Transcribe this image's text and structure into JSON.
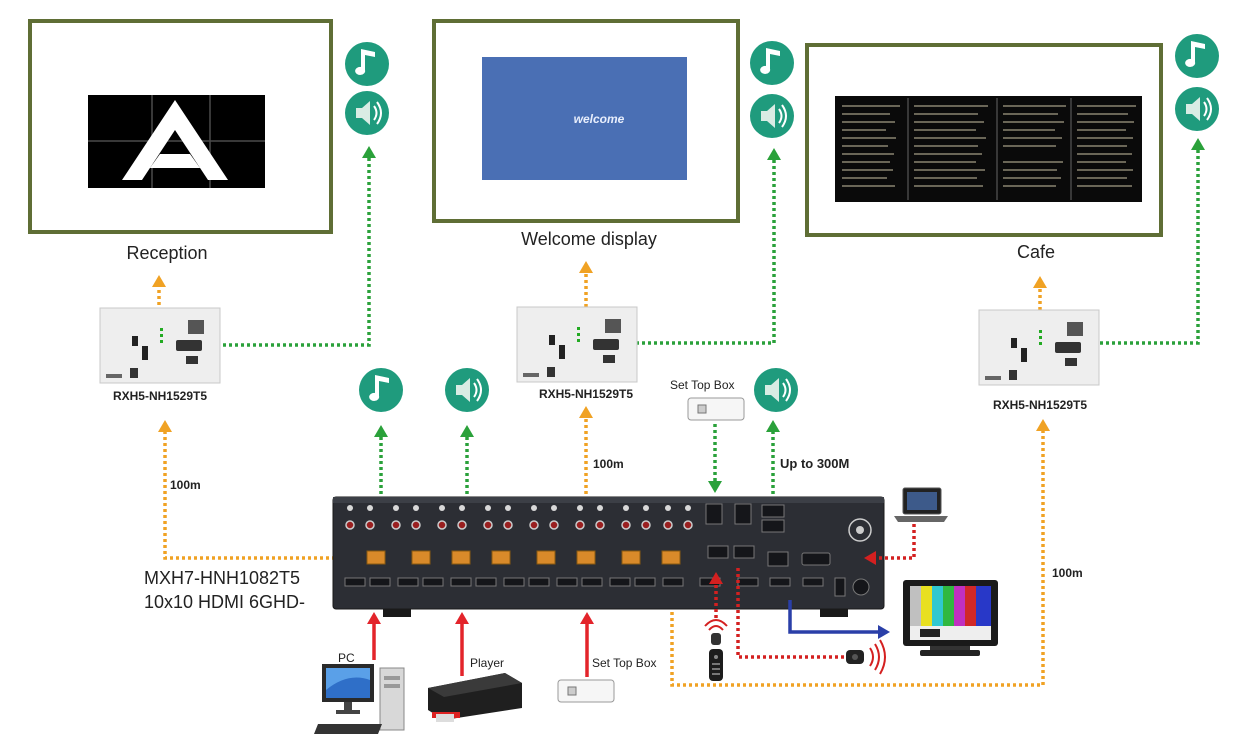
{
  "zones": {
    "reception": {
      "label": "Reception",
      "receiver": "RXH5-NH1529T5"
    },
    "welcome": {
      "label": "Welcome display",
      "receiver": "RXH5-NH1529T5",
      "screen_text": "welcome"
    },
    "cafe": {
      "label": "Cafe",
      "receiver": "RXH5-NH1529T5"
    }
  },
  "matrix": {
    "line1": "MXH7-HNH1082T5",
    "line2": "10x10 HDMI 6GHD-"
  },
  "distances": {
    "left": "100m",
    "middle": "100m",
    "right": "100m",
    "network": "Up to 300M"
  },
  "sources": {
    "pc": "PC",
    "player": "Player",
    "set_top_box_top": "Set Top Box",
    "set_top_box_bottom": "Set Top Box"
  },
  "colors": {
    "frame": "#5f6e35",
    "hdbaset_link": "#f0a224",
    "audio_link": "#2aa13a",
    "input_link": "#e3242b",
    "control_link": "#d42020",
    "output_link": "#2a3fa8",
    "icon": "#1f9b7d",
    "wall_screen": "#4a6fb4"
  },
  "icons": [
    "music-note-icon",
    "speaker-icon",
    "laptop-icon",
    "ir-sensor-icon",
    "remote-icon",
    "tv-monitor-icon"
  ]
}
